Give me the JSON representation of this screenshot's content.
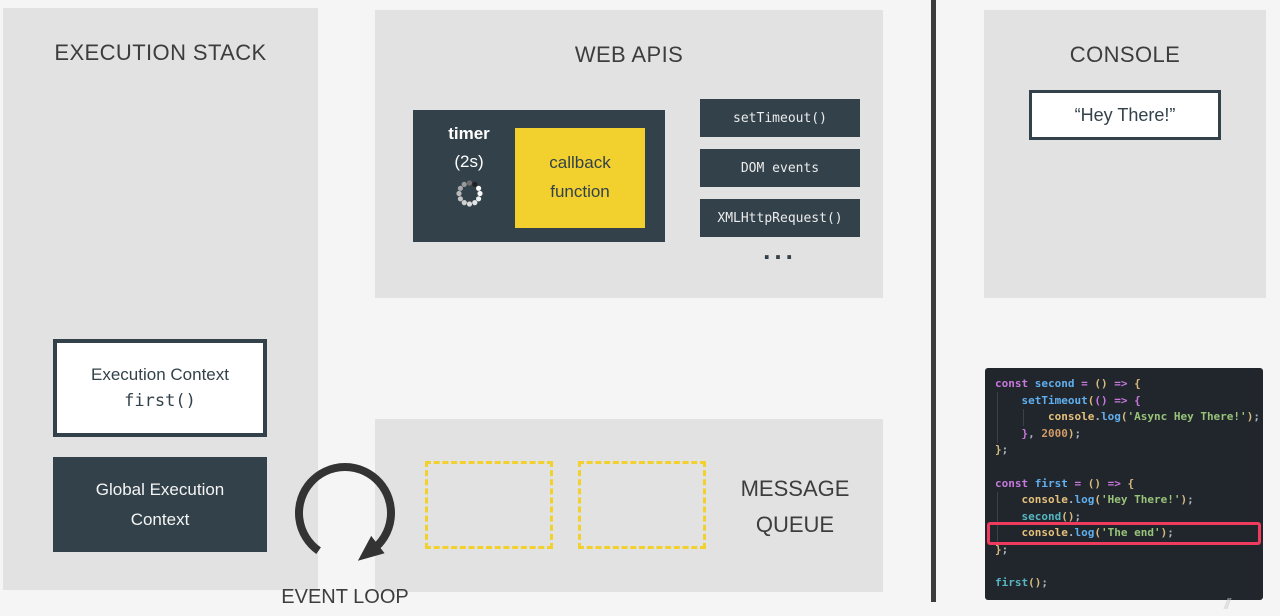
{
  "execution_stack": {
    "title": "EXECUTION STACK",
    "frame": {
      "line1": "Execution Context",
      "line2": "first()"
    },
    "global_frame": {
      "line1": "Global Execution",
      "line2": "Context"
    }
  },
  "web_apis": {
    "title": "WEB APIS",
    "timer": {
      "label": "timer",
      "duration": "(2s)",
      "spinner": "loading-spinner"
    },
    "callback": {
      "line1": "callback",
      "line2": "function"
    },
    "apis": [
      "setTimeout()",
      "DOM events",
      "XMLHttpRequest()"
    ],
    "more": "..."
  },
  "message_queue": {
    "label_line1": "MESSAGE",
    "label_line2": "QUEUE",
    "empty_slots": 2
  },
  "event_loop": {
    "label": "EVENT LOOP"
  },
  "console_panel": {
    "title": "CONSOLE",
    "output": "“Hey There!”"
  },
  "code_editor": {
    "highlight_line_index": 9,
    "lines": [
      [
        [
          "kw",
          "const"
        ],
        [
          "plain",
          " "
        ],
        [
          "fn",
          "second"
        ],
        [
          "plain",
          " "
        ],
        [
          "kw",
          "="
        ],
        [
          "plain",
          " "
        ],
        [
          "brk",
          "()"
        ],
        [
          "plain",
          " "
        ],
        [
          "kw",
          "=>"
        ],
        [
          "plain",
          " "
        ],
        [
          "brk",
          "{"
        ]
      ],
      [
        [
          "plain",
          "    "
        ],
        [
          "fn",
          "setTimeout"
        ],
        [
          "brk",
          "("
        ],
        [
          "brk2",
          "()"
        ],
        [
          "plain",
          " "
        ],
        [
          "kw",
          "=>"
        ],
        [
          "plain",
          " "
        ],
        [
          "brk2",
          "{"
        ]
      ],
      [
        [
          "plain",
          "        "
        ],
        [
          "obj",
          "console"
        ],
        [
          "plain",
          "."
        ],
        [
          "fn",
          "log"
        ],
        [
          "brk",
          "("
        ],
        [
          "str",
          "'Async Hey There!'"
        ],
        [
          "brk",
          ")"
        ],
        [
          "plain",
          ";"
        ]
      ],
      [
        [
          "plain",
          "    "
        ],
        [
          "brk2",
          "}"
        ],
        [
          "plain",
          ", "
        ],
        [
          "num",
          "2000"
        ],
        [
          "brk",
          ")"
        ],
        [
          "plain",
          ";"
        ]
      ],
      [
        [
          "brk",
          "}"
        ],
        [
          "plain",
          ";"
        ]
      ],
      [],
      [
        [
          "kw",
          "const"
        ],
        [
          "plain",
          " "
        ],
        [
          "fn",
          "first"
        ],
        [
          "plain",
          " "
        ],
        [
          "kw",
          "="
        ],
        [
          "plain",
          " "
        ],
        [
          "brk",
          "()"
        ],
        [
          "plain",
          " "
        ],
        [
          "kw",
          "=>"
        ],
        [
          "plain",
          " "
        ],
        [
          "brk",
          "{"
        ]
      ],
      [
        [
          "plain",
          "    "
        ],
        [
          "obj",
          "console"
        ],
        [
          "plain",
          "."
        ],
        [
          "fn",
          "log"
        ],
        [
          "brk",
          "("
        ],
        [
          "str",
          "'Hey There!'"
        ],
        [
          "brk",
          ")"
        ],
        [
          "plain",
          ";"
        ]
      ],
      [
        [
          "plain",
          "    "
        ],
        [
          "call",
          "second"
        ],
        [
          "brk",
          "()"
        ],
        [
          "plain",
          ";"
        ]
      ],
      [
        [
          "plain",
          "    "
        ],
        [
          "obj",
          "console"
        ],
        [
          "plain",
          "."
        ],
        [
          "fn",
          "log"
        ],
        [
          "brk",
          "("
        ],
        [
          "str",
          "'The end'"
        ],
        [
          "brk",
          ")"
        ],
        [
          "plain",
          ";"
        ]
      ],
      [
        [
          "brk",
          "}"
        ],
        [
          "plain",
          ";"
        ]
      ],
      [],
      [
        [
          "call",
          "first"
        ],
        [
          "brk",
          "()"
        ],
        [
          "plain",
          ";"
        ]
      ]
    ]
  },
  "watermark": "//",
  "colors": {
    "panel_bg": "#e2e2e2",
    "page_bg": "#f5f5f6",
    "dark_slate": "#33424a",
    "yellow": "#f2d12f",
    "divider": "#3c3c3c",
    "editor_bg": "#21262c",
    "highlight_pink": "#ee3b5e",
    "code_keyword": "#c678dd",
    "code_function": "#61afef",
    "code_call": "#56b6c2",
    "code_object": "#e5c07b",
    "code_string": "#98c379",
    "code_number": "#d19a66",
    "code_bracket": "#d7ba7d",
    "code_plain": "#abb2bf"
  }
}
